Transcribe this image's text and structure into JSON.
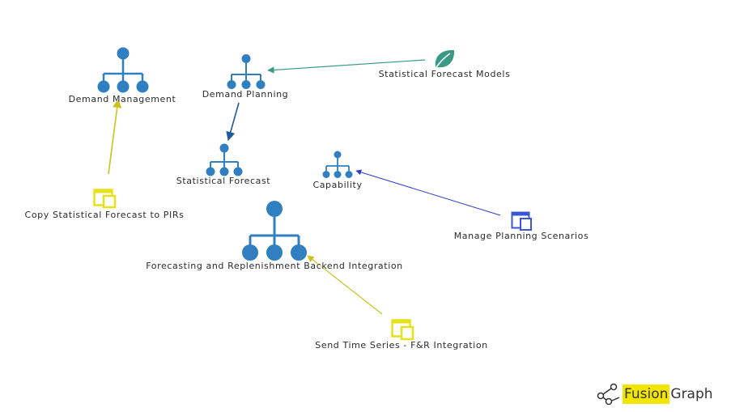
{
  "nodes": {
    "demand_management": {
      "label": "Demand Management",
      "icon": "hierarchy-icon"
    },
    "demand_planning": {
      "label": "Demand Planning",
      "icon": "hierarchy-icon"
    },
    "statistical_forecast_models": {
      "label": "Statistical Forecast Models",
      "icon": "leaf-icon"
    },
    "statistical_forecast": {
      "label": "Statistical Forecast",
      "icon": "hierarchy-icon"
    },
    "capability": {
      "label": "Capability",
      "icon": "hierarchy-icon"
    },
    "copy_statistical_forecast": {
      "label": "Copy Statistical Forecast to PIRs",
      "icon": "app-window-icon"
    },
    "manage_planning_scenarios": {
      "label": "Manage Planning Scenarios",
      "icon": "app-window-icon"
    },
    "fr_backend_integration": {
      "label": "Forecasting and Replenishment Backend Integration",
      "icon": "hierarchy-icon"
    },
    "send_time_series": {
      "label": "Send Time Series - F&R Integration",
      "icon": "app-window-icon"
    }
  },
  "colors": {
    "hierarchy": "#2f7fc1",
    "leaf": "#3a9a86",
    "app_yellow": "#e8e01a",
    "app_blue": "#3a57d8",
    "edge_teal": "#3a9a86",
    "edge_navy": "#1f5a9a",
    "edge_yellow": "#c9c21a",
    "edge_blue": "#2a3fd0"
  },
  "logo": {
    "part1": "Fusion",
    "part2": "Graph"
  }
}
